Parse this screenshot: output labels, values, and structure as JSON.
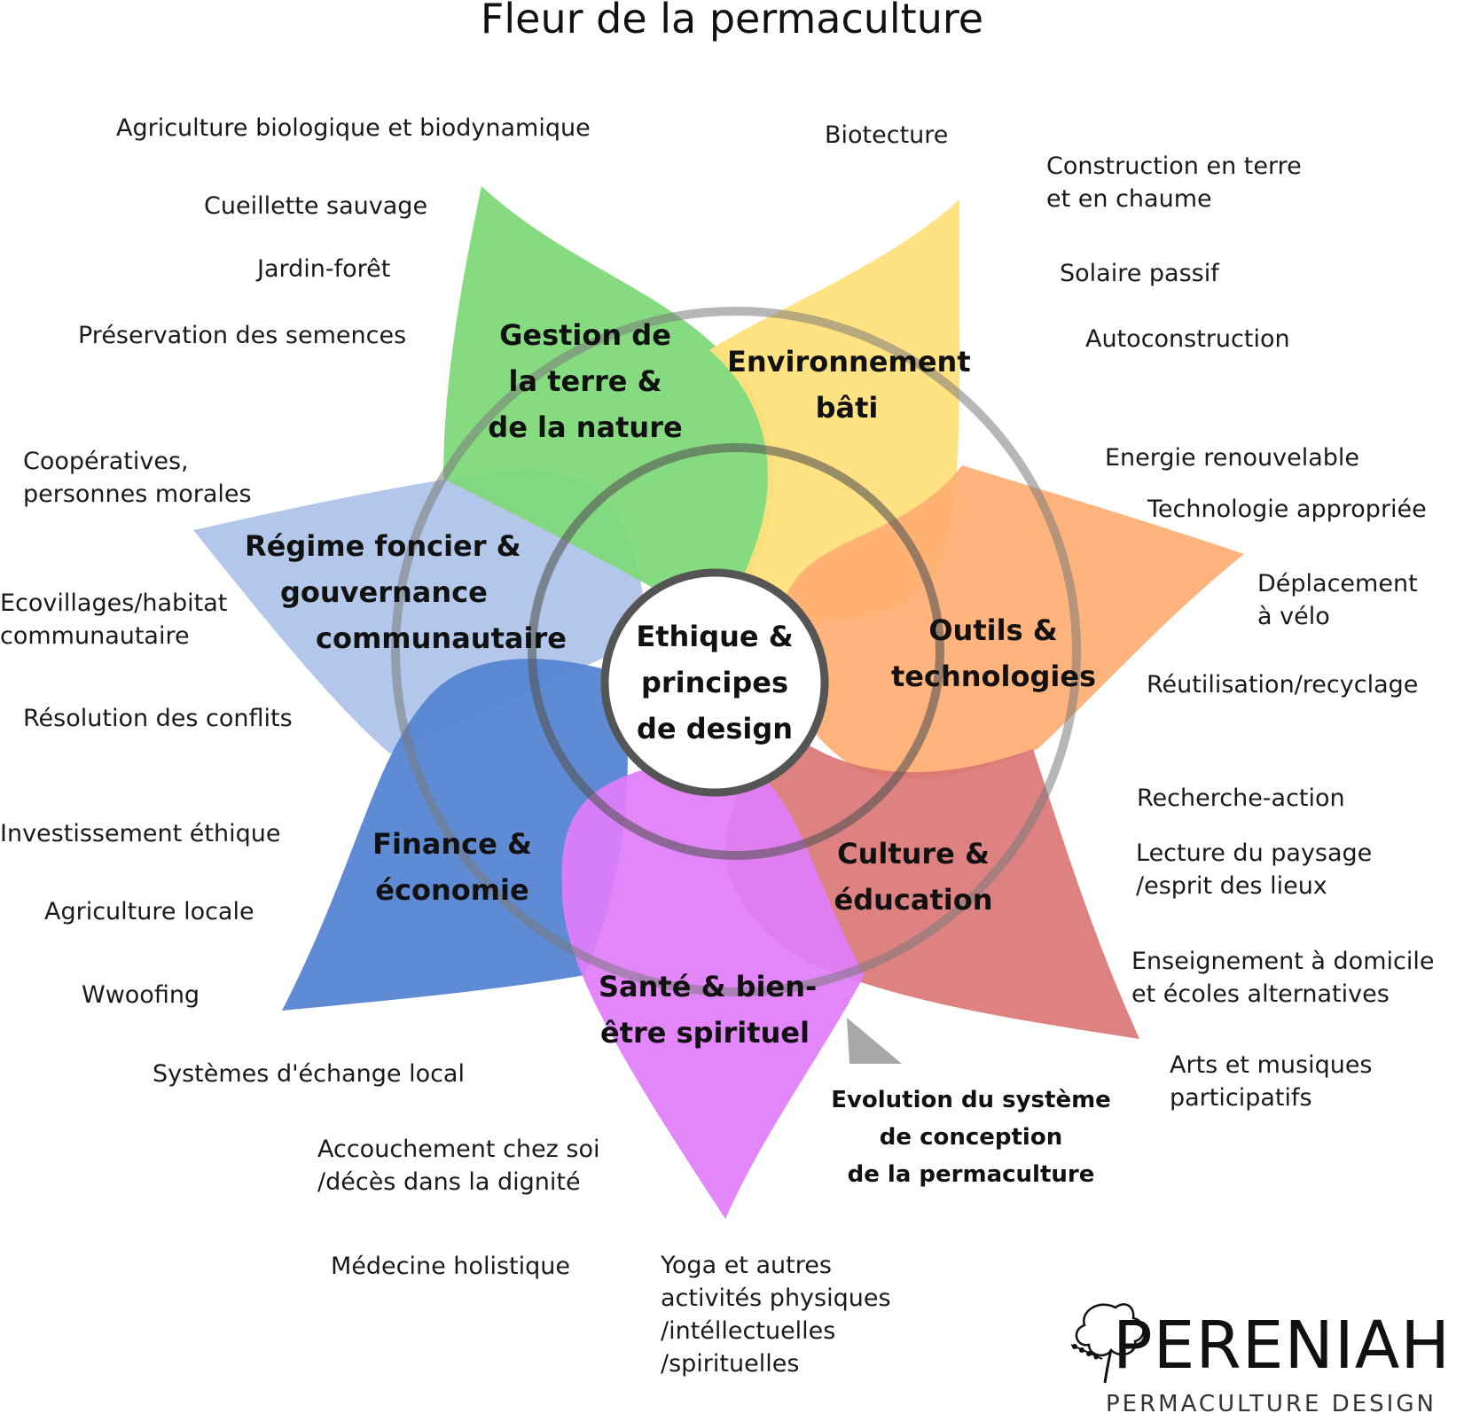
{
  "title": "Fleur de la permaculture",
  "center": {
    "lines": [
      "Ethique  &",
      "principes",
      "de design"
    ]
  },
  "petals": [
    {
      "id": "land",
      "color": "#7fd97a",
      "lines": [
        "Gestion de",
        "la terre &",
        "de la nature"
      ]
    },
    {
      "id": "built",
      "color": "#ffe07a",
      "lines": [
        "Environnement",
        "bâti"
      ]
    },
    {
      "id": "tools",
      "color": "#ffae73",
      "lines": [
        "Outils &",
        "technologies"
      ]
    },
    {
      "id": "culture",
      "color": "#d97373",
      "lines": [
        "Culture &",
        "éducation"
      ]
    },
    {
      "id": "health",
      "color": "#e07dfa",
      "lines": [
        "Santé & bien-",
        "être spirituel"
      ]
    },
    {
      "id": "finance",
      "color": "#5585d2",
      "lines": [
        "Finance &",
        "économie"
      ]
    },
    {
      "id": "land-tenure",
      "color": "#aec4e8",
      "lines": [
        "Régime foncier &",
        "gouvernance",
        "communautaire"
      ]
    }
  ],
  "labels": {
    "land": [
      "Agriculture biologique et biodynamique",
      "Cueillette sauvage",
      "Jardin-forêt",
      "Préservation des semences"
    ],
    "built": [
      "Biotecture",
      "Construction en terre\net en chaume",
      "Solaire passif",
      "Autoconstruction"
    ],
    "tools": [
      "Energie renouvelable",
      "Technologie appropriée",
      "Déplacement\nà vélo",
      "Réutilisation/recyclage"
    ],
    "culture": [
      "Recherche-action",
      "Lecture du paysage\n/esprit des lieux",
      "Enseignement à domicile\net écoles alternatives",
      "Arts et musiques\nparticipatifs"
    ],
    "health": [
      "Accouchement chez soi\n/décès dans la dignité",
      "Médecine holistique",
      "Yoga et autres\nactivités physiques\n/intéllectuelles\n/spirituelles"
    ],
    "finance": [
      "Investissement éthique",
      "Agriculture locale",
      "Wwoofing",
      "Systèmes d'échange local"
    ],
    "land_tenure": [
      "Coopératives,\npersonnes morales",
      "Ecovillages/habitat\ncommunautaire",
      "Résolution des conflits"
    ]
  },
  "evolution": {
    "lines": [
      "Evolution du système",
      "de conception",
      "de la permaculture"
    ]
  },
  "logo": {
    "name": "PERENIAH",
    "tagline": "PERMACULTURE  DESIGN"
  }
}
